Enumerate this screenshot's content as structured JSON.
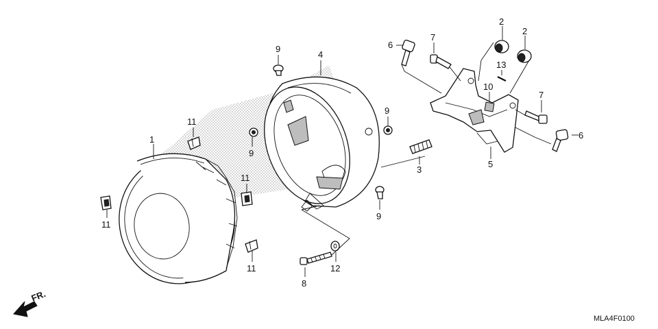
{
  "diagram": {
    "callouts": [
      {
        "id": "c1",
        "text": "1"
      },
      {
        "id": "c2a",
        "text": "2"
      },
      {
        "id": "c2b",
        "text": "2"
      },
      {
        "id": "c3",
        "text": "3"
      },
      {
        "id": "c4",
        "text": "4"
      },
      {
        "id": "c5",
        "text": "5"
      },
      {
        "id": "c6a",
        "text": "6"
      },
      {
        "id": "c6b",
        "text": "6"
      },
      {
        "id": "c7a",
        "text": "7"
      },
      {
        "id": "c7b",
        "text": "7"
      },
      {
        "id": "c8",
        "text": "8"
      },
      {
        "id": "c9a",
        "text": "9"
      },
      {
        "id": "c9b",
        "text": "9"
      },
      {
        "id": "c9c",
        "text": "9"
      },
      {
        "id": "c9d",
        "text": "9"
      },
      {
        "id": "c10",
        "text": "10"
      },
      {
        "id": "c11a",
        "text": "11"
      },
      {
        "id": "c11b",
        "text": "11"
      },
      {
        "id": "c11c",
        "text": "11"
      },
      {
        "id": "c11d",
        "text": "11"
      },
      {
        "id": "c12",
        "text": "12"
      },
      {
        "id": "c13",
        "text": "13"
      }
    ],
    "direction_label": "FR.",
    "diagram_code": "MLA4F0100",
    "colors": {
      "ink": "#111111",
      "paper": "#ffffff",
      "shade": "#bdbdbd"
    }
  }
}
